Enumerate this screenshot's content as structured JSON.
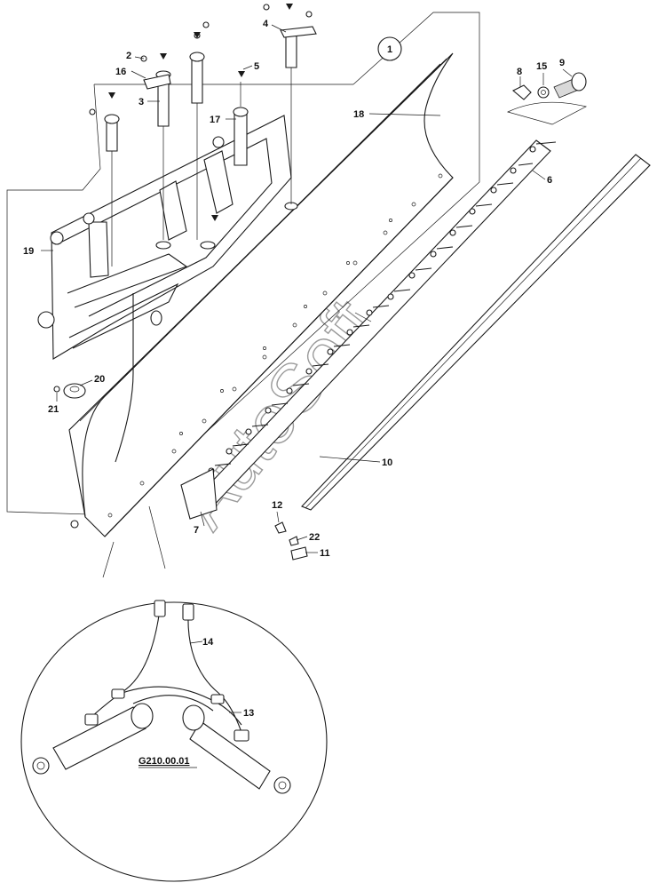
{
  "diagram": {
    "callout": "1",
    "reference": "G210.00.01",
    "watermark": "AutoSoft",
    "part_labels": [
      {
        "id": "p1",
        "text": "1"
      },
      {
        "id": "p2",
        "text": "2"
      },
      {
        "id": "p3",
        "text": "3"
      },
      {
        "id": "p4",
        "text": "4"
      },
      {
        "id": "p5",
        "text": "5"
      },
      {
        "id": "p6",
        "text": "6"
      },
      {
        "id": "p7",
        "text": "7"
      },
      {
        "id": "p8",
        "text": "8"
      },
      {
        "id": "p9",
        "text": "9"
      },
      {
        "id": "p10",
        "text": "10"
      },
      {
        "id": "p11",
        "text": "11"
      },
      {
        "id": "p12",
        "text": "12"
      },
      {
        "id": "p13",
        "text": "13"
      },
      {
        "id": "p14",
        "text": "14"
      },
      {
        "id": "p15",
        "text": "15"
      },
      {
        "id": "p16",
        "text": "16"
      },
      {
        "id": "p17",
        "text": "17"
      },
      {
        "id": "p18",
        "text": "18"
      },
      {
        "id": "p19",
        "text": "19"
      },
      {
        "id": "p20",
        "text": "20"
      },
      {
        "id": "p21",
        "text": "21"
      },
      {
        "id": "p22",
        "text": "22"
      }
    ]
  }
}
